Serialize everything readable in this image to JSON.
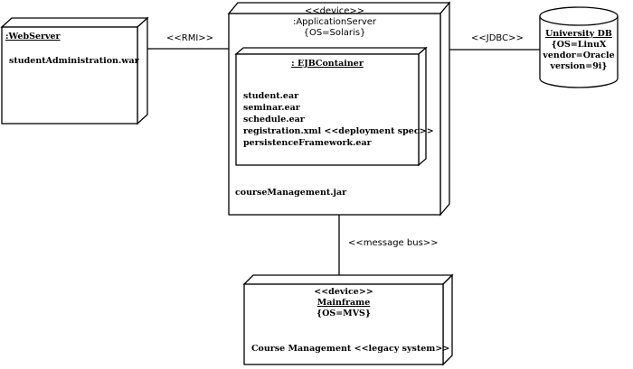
{
  "webserver": {
    "name": ":WebServer",
    "artifact": "studentAdministration.war"
  },
  "appserver": {
    "stereotype": "<<device>>",
    "name": ":ApplicationServer",
    "constraint": "{OS=Solaris}",
    "artifact": "courseManagement.jar"
  },
  "container": {
    "name": ": EJBContainer",
    "artifacts": [
      "student.ear",
      "seminar.ear",
      "schedule.ear",
      "registration.xml <<deployment spec>>",
      "persistenceFramework.ear"
    ]
  },
  "database": {
    "name": "University DB",
    "props": [
      "{OS=LinuX",
      "vendor=Oracle",
      "version=9i}"
    ]
  },
  "mainframe": {
    "stereotype": "<<device>>",
    "name": "Mainframe",
    "constraint": "{OS=MVS}",
    "artifact": "Course Management <<legacy system>>"
  },
  "connectors": {
    "rmi": "<<RMI>>",
    "jdbc": "<<JDBC>>",
    "bus": "<<message bus>>"
  }
}
